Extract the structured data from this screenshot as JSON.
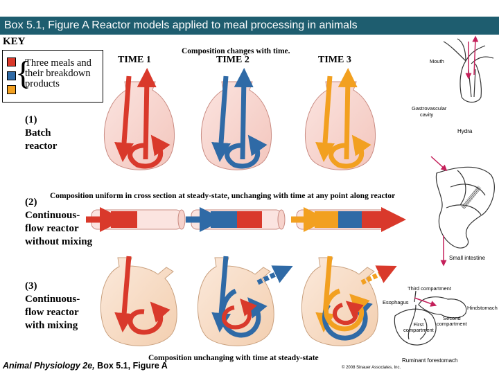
{
  "title": "Box 5.1, Figure A  Reactor models applied to meal processing in animals",
  "key": {
    "heading": "KEY",
    "legend_lines": [
      "Three meals and",
      "their breakdown",
      "products"
    ],
    "colors": {
      "meal1": "#d9392b",
      "meal2": "#2f6aa6",
      "meal3": "#f2a020"
    }
  },
  "captions": {
    "top": "Composition changes with time.",
    "middle": "Composition uniform in cross section at steady-state, unchanging with time at any point along reactor",
    "bottom": "Composition unchanging with time at steady-state"
  },
  "times": [
    "TIME 1",
    "TIME 2",
    "TIME 3"
  ],
  "rows": [
    {
      "number": "(1)",
      "lines": [
        "Batch",
        "reactor"
      ]
    },
    {
      "number": "(2)",
      "lines": [
        "Continuous-",
        "flow reactor",
        "without mixing"
      ]
    },
    {
      "number": "(3)",
      "lines": [
        "Continuous-",
        "flow reactor",
        "with mixing"
      ]
    }
  ],
  "animals": {
    "hydra": {
      "name": "Hydra",
      "mouth": "Mouth",
      "cavity_lines": [
        "Gastrovascular",
        "cavity"
      ]
    },
    "intestine": {
      "name": "Small intestine"
    },
    "ruminant": {
      "name": "Ruminant forestomach",
      "third": "Third compartment",
      "esophagus": "Esophagus",
      "hindstomach": "Hindstomach",
      "first_lines": [
        "First",
        "compartment"
      ],
      "second_lines": [
        "Second",
        "compartment"
      ]
    }
  },
  "footer": {
    "book": "Animal Physiology 2e,",
    "box": "Box 5.1, Figure A"
  },
  "copyright": "© 2008 Sinauer Associates, Inc."
}
